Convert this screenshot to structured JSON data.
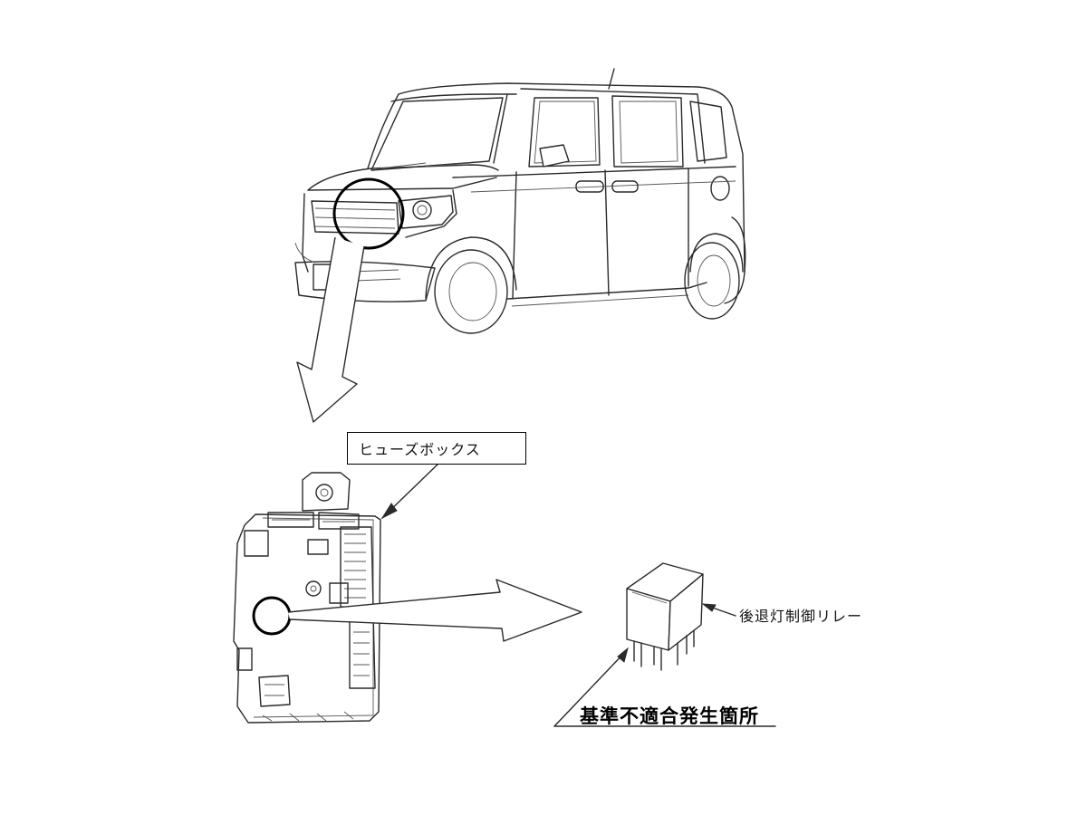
{
  "labels": {
    "fuse_box": "ヒューズボックス",
    "relay": "後退灯制御リレー",
    "defect_location": "基準不適合発生箇所"
  },
  "colors": {
    "line": "#2a2a2a",
    "background": "#ffffff"
  }
}
